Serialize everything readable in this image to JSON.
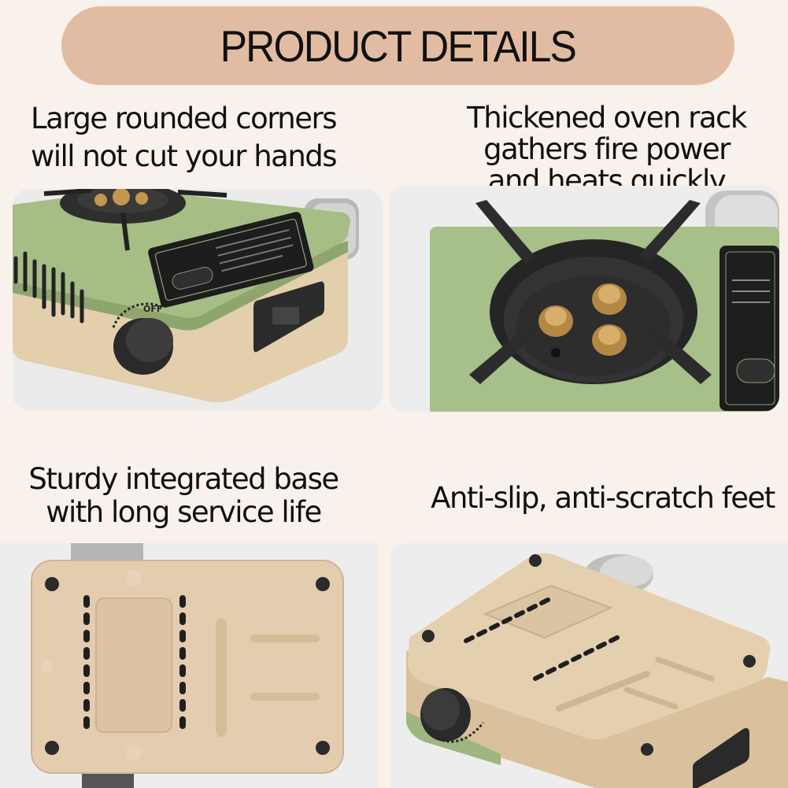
{
  "header": {
    "title": "PRODUCT DETAILS"
  },
  "features": [
    {
      "lines": [
        "Large rounded corners",
        "will not cut your hands"
      ]
    },
    {
      "lines": [
        "Thickened oven rack",
        "gathers fire power",
        "and heats quickly"
      ]
    },
    {
      "lines": [
        "Sturdy integrated base",
        "with long service life"
      ]
    },
    {
      "lines": [
        "Anti-slip, anti-scratch feet"
      ]
    }
  ],
  "stove": {
    "knob_label": "OFF"
  },
  "colors": {
    "banner": "#e2bca2",
    "background": "#f8f1ec",
    "stove_body": "#e6d2b2",
    "stove_top": "#a9c08a",
    "rack": "#2c2c2c",
    "burner": "#c69a5a"
  }
}
